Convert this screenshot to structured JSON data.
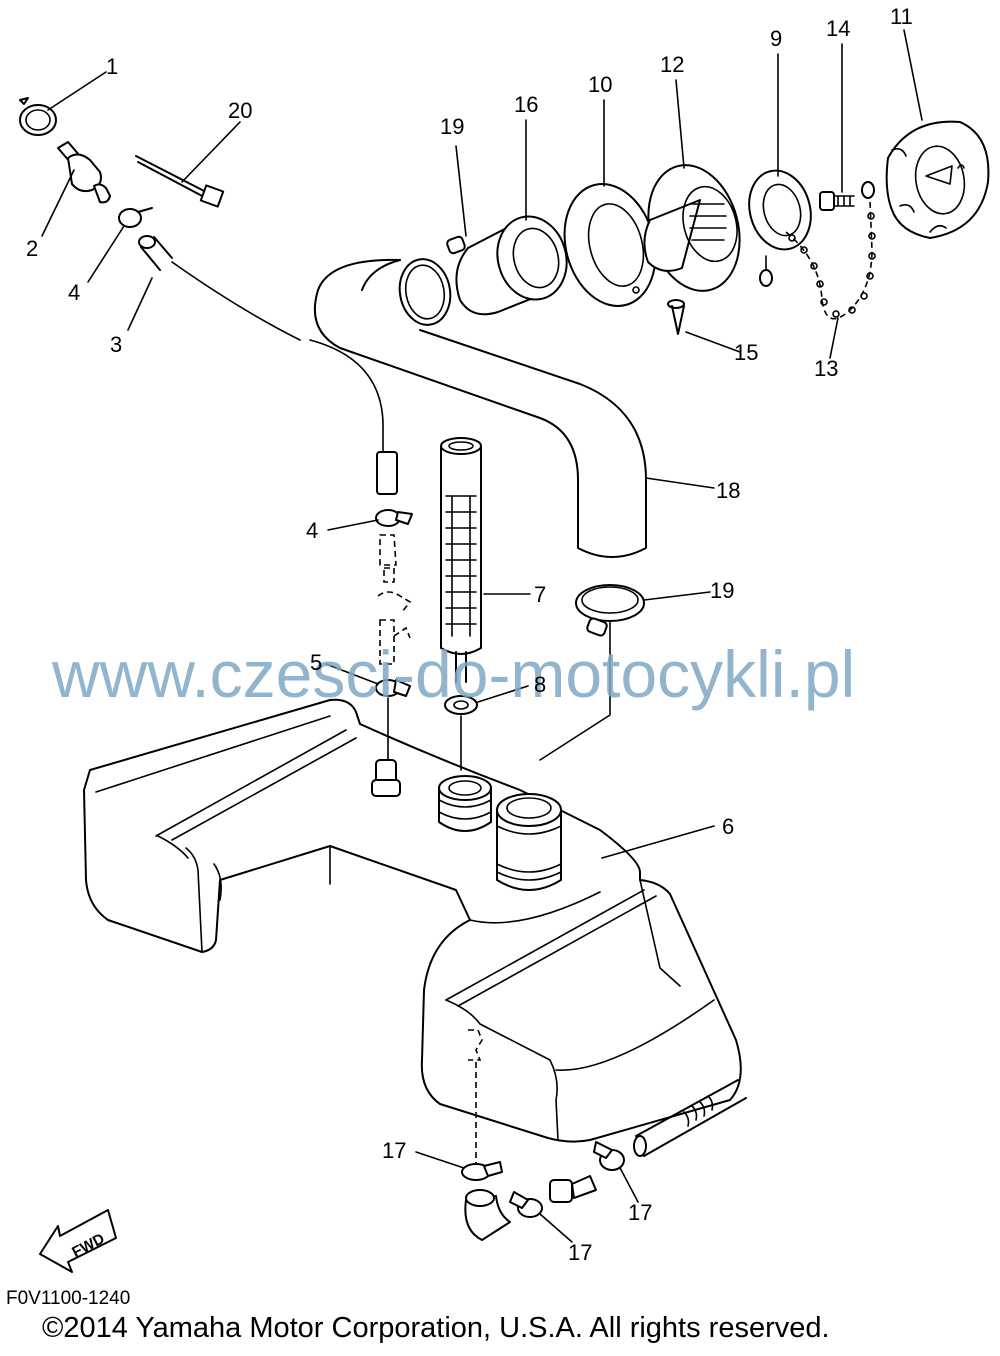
{
  "callouts": [
    {
      "id": "1",
      "label": "1"
    },
    {
      "id": "2",
      "label": "2"
    },
    {
      "id": "3",
      "label": "3"
    },
    {
      "id": "4a",
      "label": "4"
    },
    {
      "id": "4b",
      "label": "4"
    },
    {
      "id": "5",
      "label": "5"
    },
    {
      "id": "6",
      "label": "6"
    },
    {
      "id": "7",
      "label": "7"
    },
    {
      "id": "8",
      "label": "8"
    },
    {
      "id": "9",
      "label": "9"
    },
    {
      "id": "10",
      "label": "10"
    },
    {
      "id": "11",
      "label": "11"
    },
    {
      "id": "12",
      "label": "12"
    },
    {
      "id": "13",
      "label": "13"
    },
    {
      "id": "14",
      "label": "14"
    },
    {
      "id": "15",
      "label": "15"
    },
    {
      "id": "16",
      "label": "16"
    },
    {
      "id": "17a",
      "label": "17"
    },
    {
      "id": "17b",
      "label": "17"
    },
    {
      "id": "17c",
      "label": "17"
    },
    {
      "id": "18",
      "label": "18"
    },
    {
      "id": "19a",
      "label": "19"
    },
    {
      "id": "19b",
      "label": "19"
    },
    {
      "id": "20",
      "label": "20"
    }
  ],
  "watermark": "www.czesci-do-motocykli.pl",
  "fwd_label": "FWD",
  "diagram_code": "F0V1100-1240",
  "copyright": "©2014 Yamaha Motor Corporation, U.S.A. All rights reserved."
}
